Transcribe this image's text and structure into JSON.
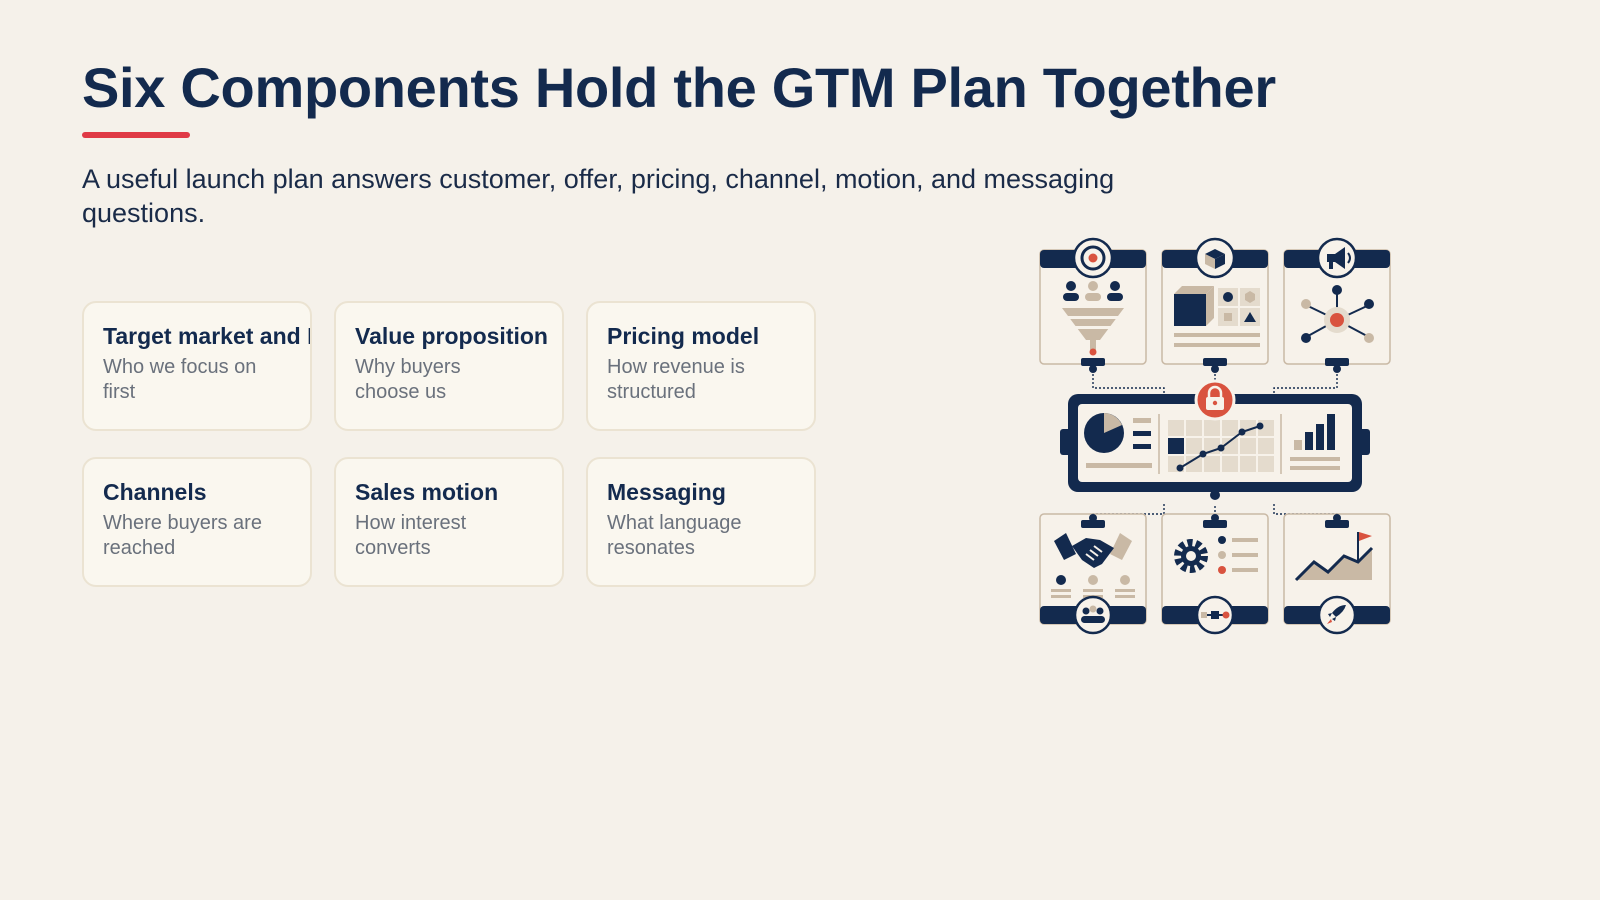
{
  "slide": {
    "title": "Six Components Hold the GTM Plan Together",
    "subtitle": "A useful launch plan answers customer, offer, pricing, channel, motion, and messaging questions."
  },
  "components": [
    {
      "title": "Target market and ICP",
      "description": "Who we focus on first"
    },
    {
      "title": "Value proposition",
      "description": "Why buyers choose us"
    },
    {
      "title": "Pricing model",
      "description": "How revenue is structured"
    },
    {
      "title": "Channels",
      "description": "Where buyers are reached"
    },
    {
      "title": "Sales motion",
      "description": "How interest converts"
    },
    {
      "title": "Messaging",
      "description": "What language resonates"
    }
  ],
  "illustration": {
    "icons": [
      "target-icon",
      "box-icon",
      "megaphone-icon",
      "lock-icon",
      "handshake-icon",
      "gear-icon",
      "growth-chart-icon",
      "rocket-icon"
    ],
    "colors": {
      "navy": "#132a4e",
      "tan": "#c9b9a5",
      "red": "#d9533f",
      "panel": "#f7f2ea"
    }
  }
}
